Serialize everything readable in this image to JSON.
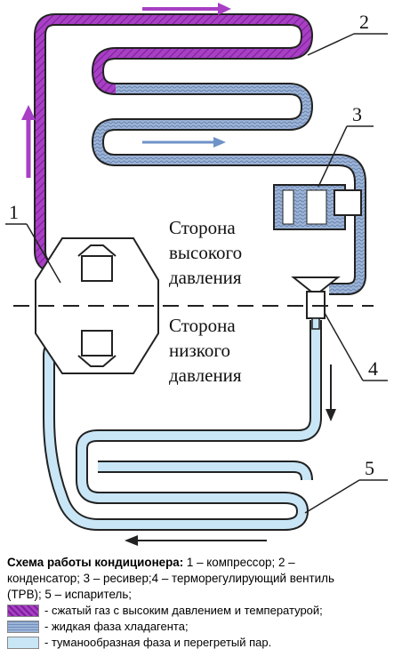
{
  "labels": {
    "high_side": [
      "Сторона",
      "высокого",
      "давления"
    ],
    "low_side": [
      "Сторона",
      "низкого",
      "давления"
    ],
    "callouts": [
      "1",
      "2",
      "3",
      "4",
      "5"
    ]
  },
  "caption": {
    "title": "Схема работы кондиционера:",
    "text_line1": " 1 – компрессор; 2 –",
    "text_line2": "конденсатор; 3 – ресивер;4 – терморегулирующий вентиль",
    "text_line3": "(ТРВ); 5 – испаритель;"
  },
  "legend": [
    {
      "text": "- сжатый газ с высоким давлением и температурой;",
      "color": "#a83fc4"
    },
    {
      "text": "- жидкая фаза хладагента;",
      "color": "#9db4d6"
    },
    {
      "text": "- туманообразная фаза и перегретый пар.",
      "color": "#c8e6f6"
    }
  ],
  "colors": {
    "hot_gas": "#a83fc4",
    "liquid": "#9db4d6",
    "vapor": "#c8e6f6",
    "outline": "#222222"
  }
}
